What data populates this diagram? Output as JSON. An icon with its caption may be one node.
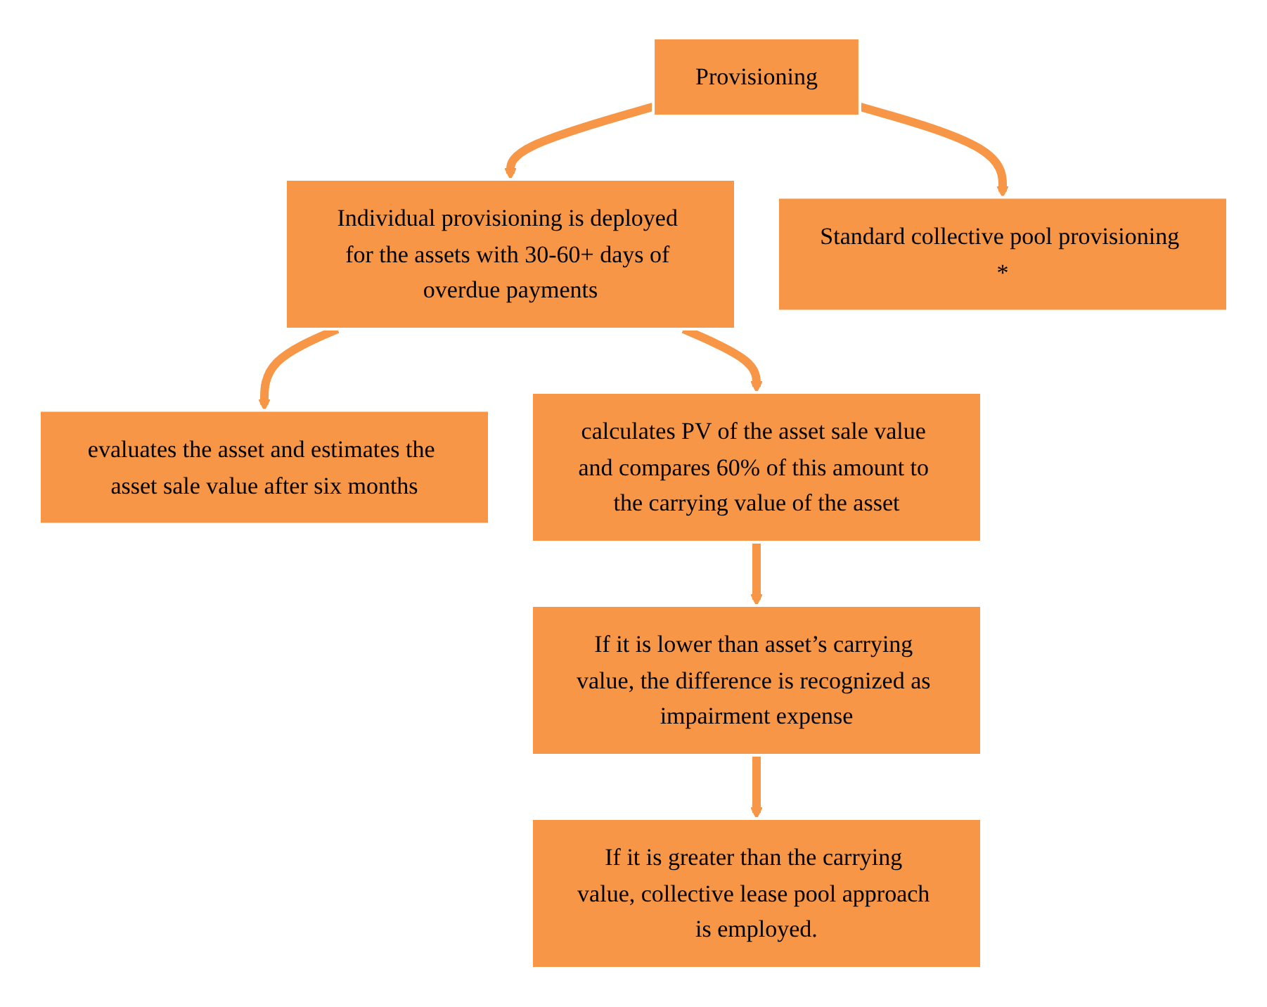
{
  "diagram": {
    "nodes": [
      {
        "text": [
          "Provisioning"
        ]
      },
      {
        "text": [
          "Individual provisioning is deployed for the assets with 30-60+ days of overdue payments"
        ]
      },
      {
        "text": [
          "Standard collective pool provisioning *"
        ]
      },
      {
        "text": [
          "evaluates the asset and estimates the asset sale value after six months"
        ]
      },
      {
        "text": [
          "calculates PV of the asset sale value and compares 60% of this amount to the carrying value of the asset"
        ]
      },
      {
        "text": [
          "If it is lower than asset’s carrying value, the difference is recognized as impairment expense"
        ]
      },
      {
        "text": [
          "If it is greater than the carrying value, collective lease pool approach is employed."
        ]
      }
    ],
    "edges": [
      {
        "from": 0,
        "to": 1,
        "arrow": "to"
      },
      {
        "from": 0,
        "to": 2,
        "arrow": "to"
      },
      {
        "from": 1,
        "to": 3,
        "arrow": "to"
      },
      {
        "from": 1,
        "to": 4,
        "arrow": "to"
      },
      {
        "from": 4,
        "to": 5,
        "arrow": "to"
      },
      {
        "from": 5,
        "to": 6,
        "arrow": "to"
      }
    ]
  }
}
